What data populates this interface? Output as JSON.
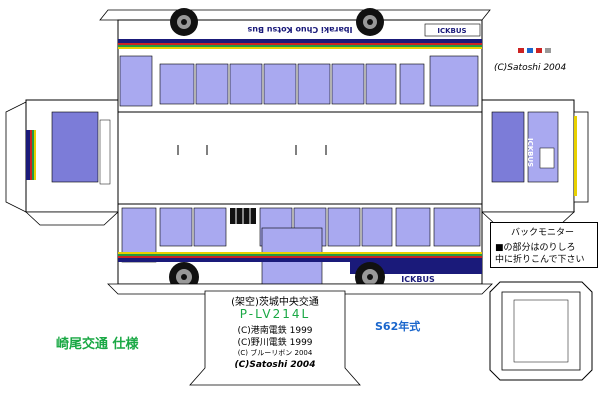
{
  "texts": {
    "title_jp": "崎尾交通 仕様",
    "year_model": "S62年式",
    "credit_top": "(C)Satoshi 2004",
    "side_sign": "Ibaraki Chuo Kotsu Bus",
    "brand": "ICKBUS",
    "back_monitor": "バックモニター",
    "note_line1": "■の部分はのりしろ",
    "note_line2": "中に折りこんで下さい",
    "plate": {
      "line1": "(架空)茨城中央交通",
      "model": "P-LV214L",
      "line3": "(C)港南電鉄 1999",
      "line4": "(C)野川電鉄 1999",
      "line5": "(C) ブルーリボン 2004",
      "line6": "(C)Satoshi 2004"
    }
  },
  "colors": {
    "body_white": "#ffffff",
    "window_lavender": "#a9a9f0",
    "window_dark": "#7c7cd8",
    "stripe_navy": "#1a1a7a",
    "stripe_red": "#cc2222",
    "stripe_green": "#229944",
    "stripe_yellow": "#e8d000",
    "tire_black": "#111111",
    "outline": "#000000",
    "glue_gray": "#d9d9d9"
  }
}
